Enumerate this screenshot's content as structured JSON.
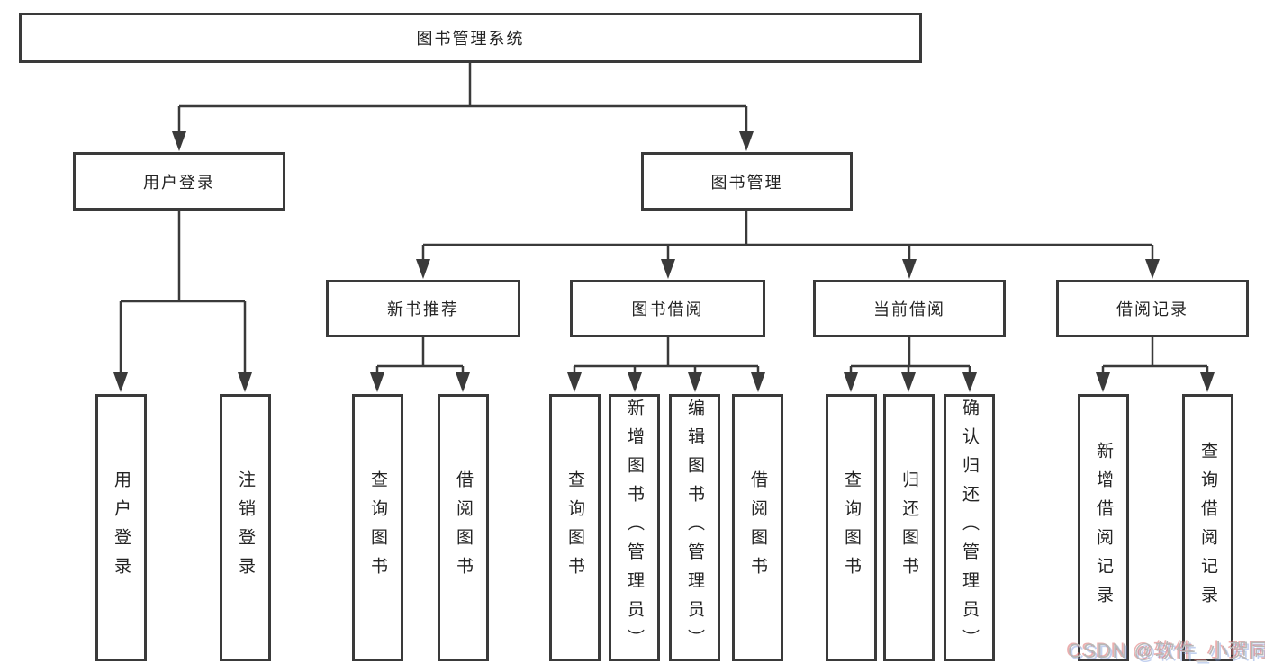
{
  "diagram": {
    "title": "图书管理系统",
    "tree": {
      "root": {
        "label": "图书管理系统",
        "children": [
          {
            "label": "用户登录",
            "children": [
              {
                "label": "用户登录"
              },
              {
                "label": "注销登录"
              }
            ]
          },
          {
            "label": "图书管理",
            "children": [
              {
                "label": "新书推荐",
                "children": [
                  {
                    "label": "查询图书"
                  },
                  {
                    "label": "借阅图书"
                  }
                ]
              },
              {
                "label": "图书借阅",
                "children": [
                  {
                    "label": "查询图书"
                  },
                  {
                    "label": "新增图书（管理员）"
                  },
                  {
                    "label": "编辑图书（管理员）"
                  },
                  {
                    "label": "借阅图书"
                  }
                ]
              },
              {
                "label": "当前借阅",
                "children": [
                  {
                    "label": "查询图书"
                  },
                  {
                    "label": "归还图书"
                  },
                  {
                    "label": "确认归还（管理员）"
                  }
                ]
              },
              {
                "label": "借阅记录",
                "children": [
                  {
                    "label": "新增借阅记录"
                  },
                  {
                    "label": "查询借阅记录"
                  }
                ]
              }
            ]
          }
        ]
      }
    }
  },
  "watermark": {
    "text": "CSDN @软件_小贺同学"
  },
  "colors": {
    "line": "#3a3a3a",
    "box_border": "#3a3a3a",
    "text": "#242424",
    "background": "#ffffff",
    "watermark": "#b7b7b7"
  }
}
